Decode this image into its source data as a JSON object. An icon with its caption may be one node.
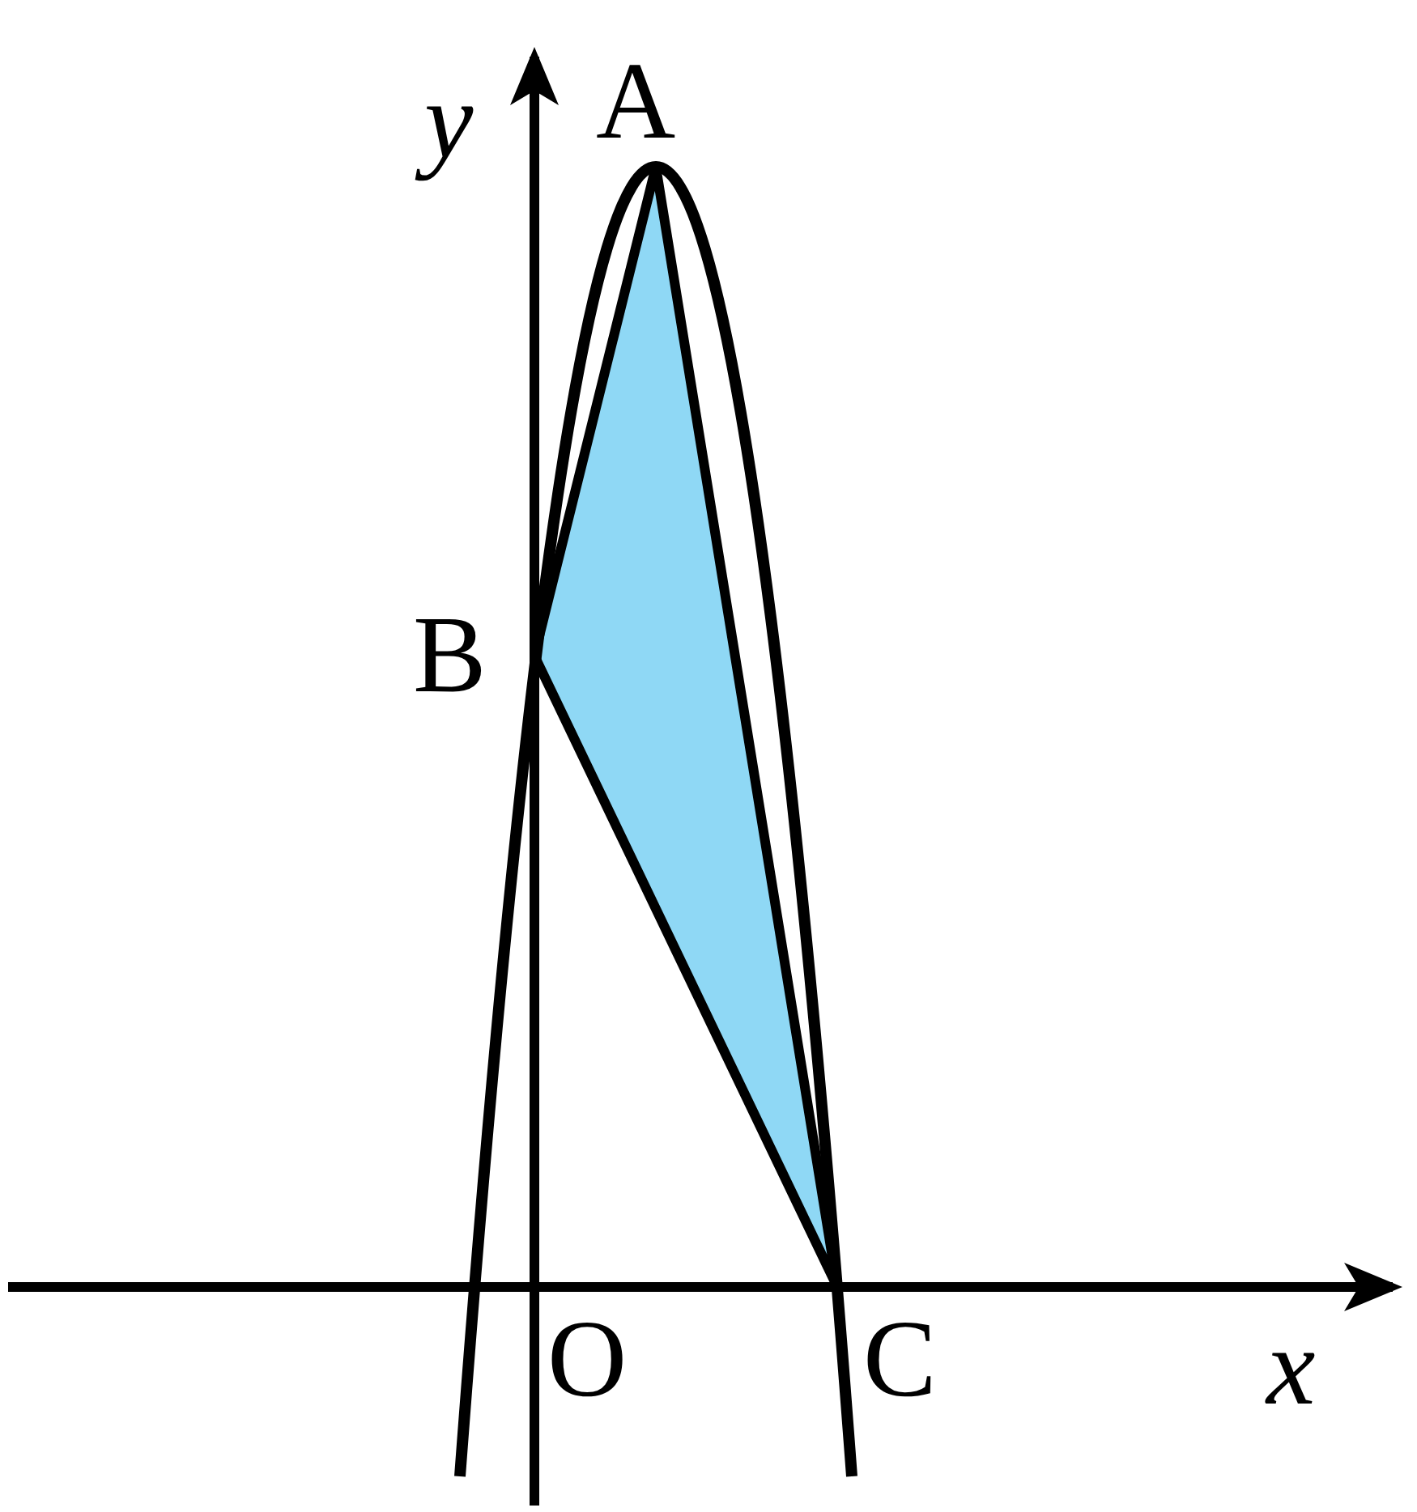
{
  "diagram": {
    "labels": [
      "y",
      "A",
      "B",
      "O",
      "C",
      "x"
    ]
  }
}
